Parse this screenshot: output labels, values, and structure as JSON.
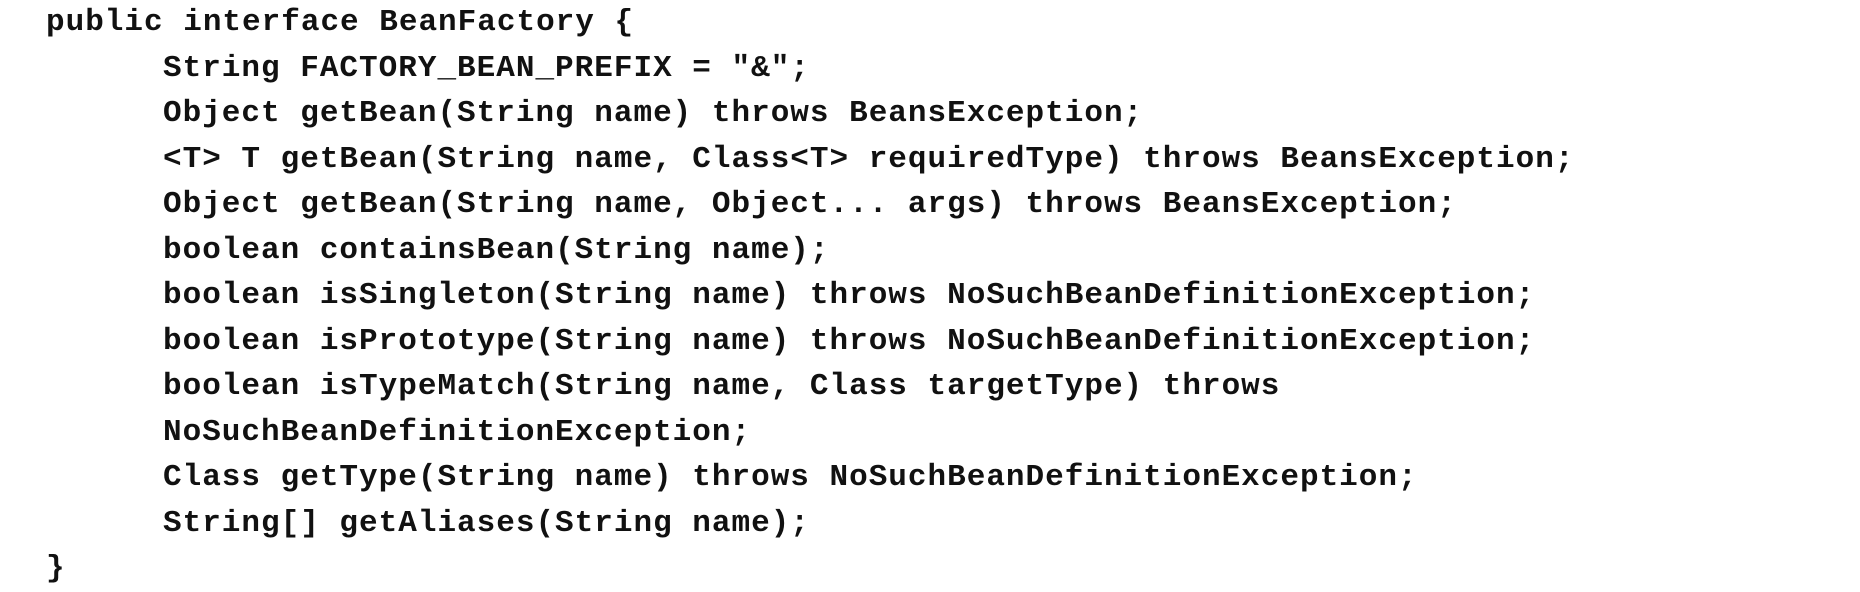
{
  "code": {
    "lines": [
      "public interface BeanFactory {",
      "String FACTORY_BEAN_PREFIX = \"&\";",
      "Object getBean(String name) throws BeansException;",
      "<T> T getBean(String name, Class<T> requiredType) throws BeansException;",
      "Object getBean(String name, Object... args) throws BeansException;",
      "boolean containsBean(String name);",
      "boolean isSingleton(String name) throws NoSuchBeanDefinitionException;",
      "boolean isPrototype(String name) throws NoSuchBeanDefinitionException;",
      "boolean isTypeMatch(String name, Class targetType) throws",
      "NoSuchBeanDefinitionException;",
      "Class getType(String name) throws NoSuchBeanDefinitionException;",
      "String[] getAliases(String name);",
      "}"
    ]
  }
}
